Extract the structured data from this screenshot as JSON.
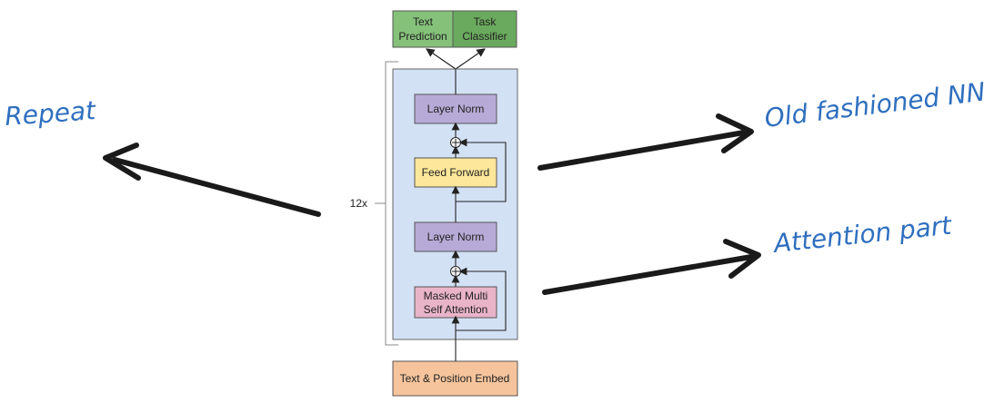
{
  "diagram": {
    "outputs": {
      "text_prediction": [
        "Text",
        "Prediction"
      ],
      "task_classifier": [
        "Task",
        "Classifier"
      ]
    },
    "blocks": {
      "layer_norm_top": "Layer Norm",
      "feed_forward": "Feed Forward",
      "layer_norm_bottom": "Layer Norm",
      "masked_attention": [
        "Masked Multi",
        "Self Attention"
      ],
      "embed": "Text & Position Embed"
    },
    "repeat_count": "12x"
  },
  "annotations": {
    "repeat": "Repeat",
    "old_nn": "Old fashioned NN",
    "attention": "Attention part"
  },
  "colors": {
    "output_green": "#86c17a",
    "output_green_dark": "#6aaa5e",
    "transformer_bg": "#d3e1f5",
    "layer_norm": "#b7aad6",
    "feed_forward": "#fde79a",
    "attention": "#e9b4c8",
    "embed": "#f6c49c",
    "handwriting": "#2f6fbf"
  }
}
